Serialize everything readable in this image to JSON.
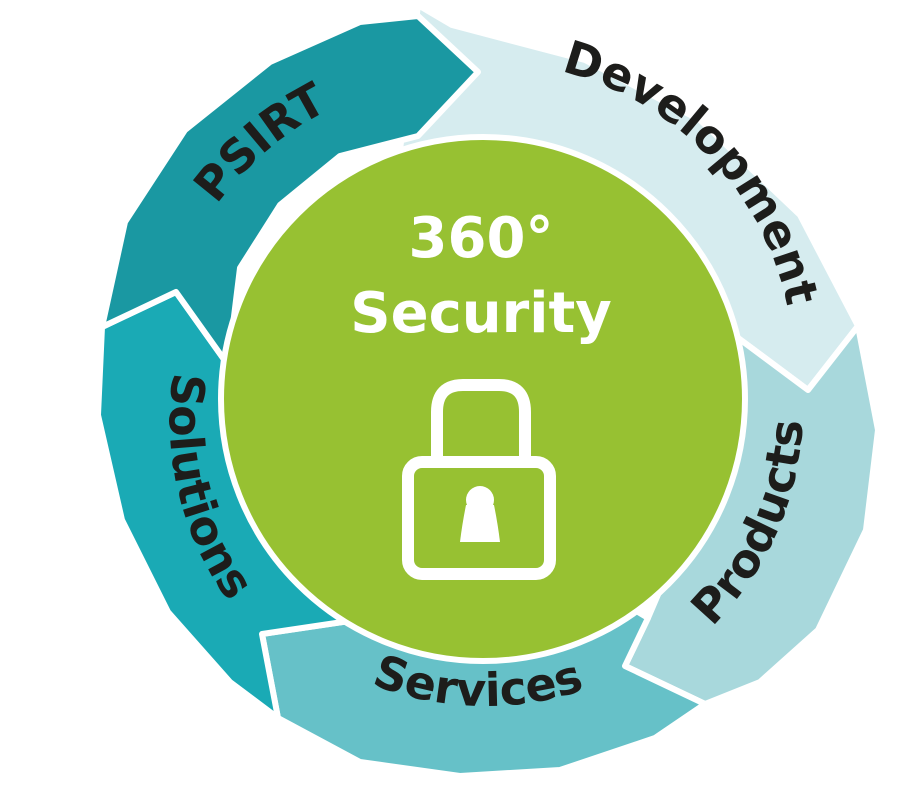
{
  "diagram": {
    "center": {
      "line1": "360°",
      "line2": "Security",
      "icon": "padlock-icon"
    },
    "segments": [
      {
        "key": "psirt",
        "label": "PSIRT",
        "color": "#1a98a2"
      },
      {
        "key": "development",
        "label": "Development",
        "color": "#d6ecef"
      },
      {
        "key": "products",
        "label": "Products",
        "color": "#a8d8dc"
      },
      {
        "key": "services",
        "label": "Services",
        "color": "#66c1c8"
      },
      {
        "key": "solutions",
        "label": "Solutions",
        "color": "#1aaab5"
      }
    ],
    "colors": {
      "center": "#97c132",
      "text": "#1d1d1b",
      "center_text": "#ffffff"
    }
  }
}
